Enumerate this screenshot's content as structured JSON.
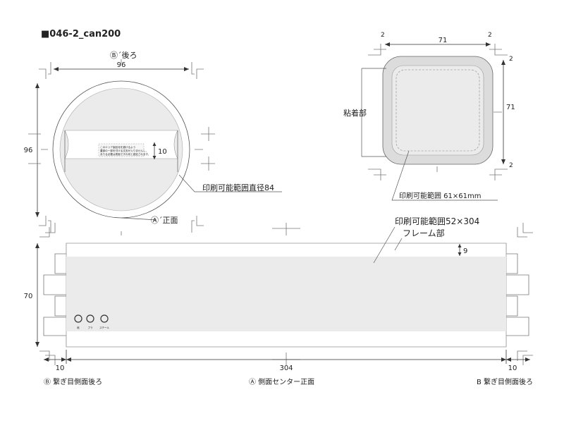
{
  "title": "■046-2_can200",
  "top_view": {
    "rear_marker": "Ⓑ´後ろ",
    "width": "96",
    "height": "96",
    "gap": "10",
    "print_area_label": "印刷可能範囲直径84",
    "front_marker": "Ⓐ´正面",
    "note_lines": [
      "このエリア製品化を避けるよう",
      "蓋部の一部を付ける文言が入りませんし、",
      "ありる必要は書面ですれ何と認定されます。"
    ]
  },
  "lid_view": {
    "width": "71",
    "height": "71",
    "corner_top_left": "2",
    "corner_top_right": "2",
    "corner_right_top": "2",
    "corner_right_bottom": "2",
    "glue_label": "粘着部",
    "print_area_label": "印刷可能範囲 61×61mm"
  },
  "side_view": {
    "print_area_label": "印刷可能範囲52×304",
    "frame_label": "フレーム部",
    "frame_gap": "9",
    "height": "70",
    "left_margin": "10",
    "center_width": "304",
    "right_margin": "10",
    "left_caption": "Ⓑ 繋ぎ目側面後ろ",
    "center_caption": "Ⓐ 側面センター正面",
    "right_caption": "B 繋ぎ目側面後ろ",
    "recycle_marks": [
      "紙",
      "プラ",
      "スチール"
    ]
  },
  "colors": {
    "print_fill": "#ebebeb",
    "lid_band": "#dcdcdc"
  }
}
